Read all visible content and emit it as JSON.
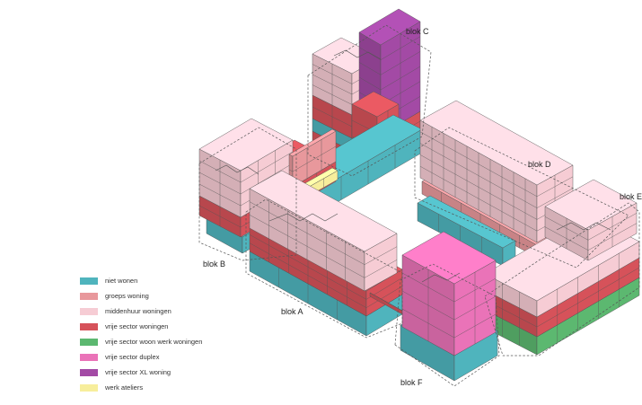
{
  "colors": {
    "niet_wonen": "#4fb4bd",
    "groeps": "#e8989c",
    "middenhuur": "#f6ccd4",
    "vrije_sector": "#d6525a",
    "woon_werk": "#5cb870",
    "duplex": "#ea73b8",
    "xl": "#a34aa5",
    "ateliers": "#f7ee9c"
  },
  "blocks": [
    {
      "id": "blok-c",
      "label": "blok C"
    },
    {
      "id": "blok-d",
      "label": "blok D"
    },
    {
      "id": "blok-e",
      "label": "blok E"
    },
    {
      "id": "blok-b",
      "label": "blok B"
    },
    {
      "id": "blok-a",
      "label": "blok A"
    },
    {
      "id": "blok-f",
      "label": "blok F"
    }
  ],
  "legend": [
    {
      "label": "niet wonen",
      "color": "#4fb4bd"
    },
    {
      "label": "groeps woning",
      "color": "#e8989c"
    },
    {
      "label": "middenhuur woningen",
      "color": "#f6ccd4"
    },
    {
      "label": "vrije sector woningen",
      "color": "#d6525a"
    },
    {
      "label": "vrije sector woon werk woningen",
      "color": "#5cb870"
    },
    {
      "label": "vrije sector duplex",
      "color": "#ea73b8"
    },
    {
      "label": "vrije sector XL woning",
      "color": "#a34aa5"
    },
    {
      "label": "werk ateliers",
      "color": "#f7ee9c"
    }
  ]
}
